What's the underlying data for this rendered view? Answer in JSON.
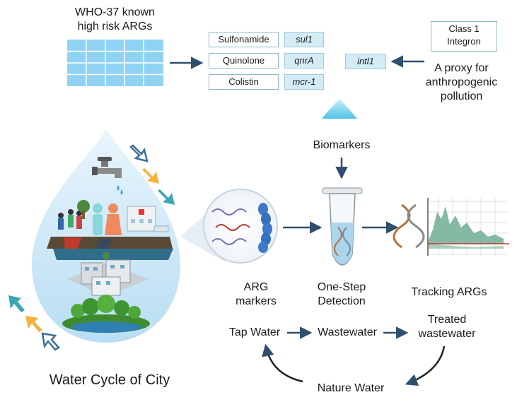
{
  "who": {
    "title_line1": "WHO-37 known",
    "title_line2": "high risk ARGs"
  },
  "arg_classes": [
    {
      "drug": "Sulfonamide",
      "gene": "sul1"
    },
    {
      "drug": "Quinolone",
      "gene": "qnrA"
    },
    {
      "drug": "Colistin",
      "gene": "mcr-1"
    }
  ],
  "integron": {
    "gene": "intl1",
    "box_line1": "Class 1",
    "box_line2": "Integron",
    "proxy_line1": "A proxy for",
    "proxy_line2": "anthropogenic",
    "proxy_line3": "pollution"
  },
  "biomarkers": "Biomarkers",
  "arg_markers": {
    "line1": "ARG",
    "line2": "markers"
  },
  "detection": {
    "line1": "One-Step",
    "line2": "Detection"
  },
  "tracking": "Tracking ARGs",
  "cycle": {
    "tap": "Tap Water",
    "waste": "Wastewater",
    "treated_line1": "Treated",
    "treated_line2": "wastewater",
    "nature": "Nature Water"
  },
  "city_title": "Water Cycle of City",
  "colors": {
    "arrow": "#2f4f6f",
    "cell": "#8fd3f4",
    "gene_fill": "#d4ecf6",
    "drop": "#cfe9f7",
    "orange_arrow": "#f2b33d",
    "teal_arrow": "#3aa7b5"
  }
}
